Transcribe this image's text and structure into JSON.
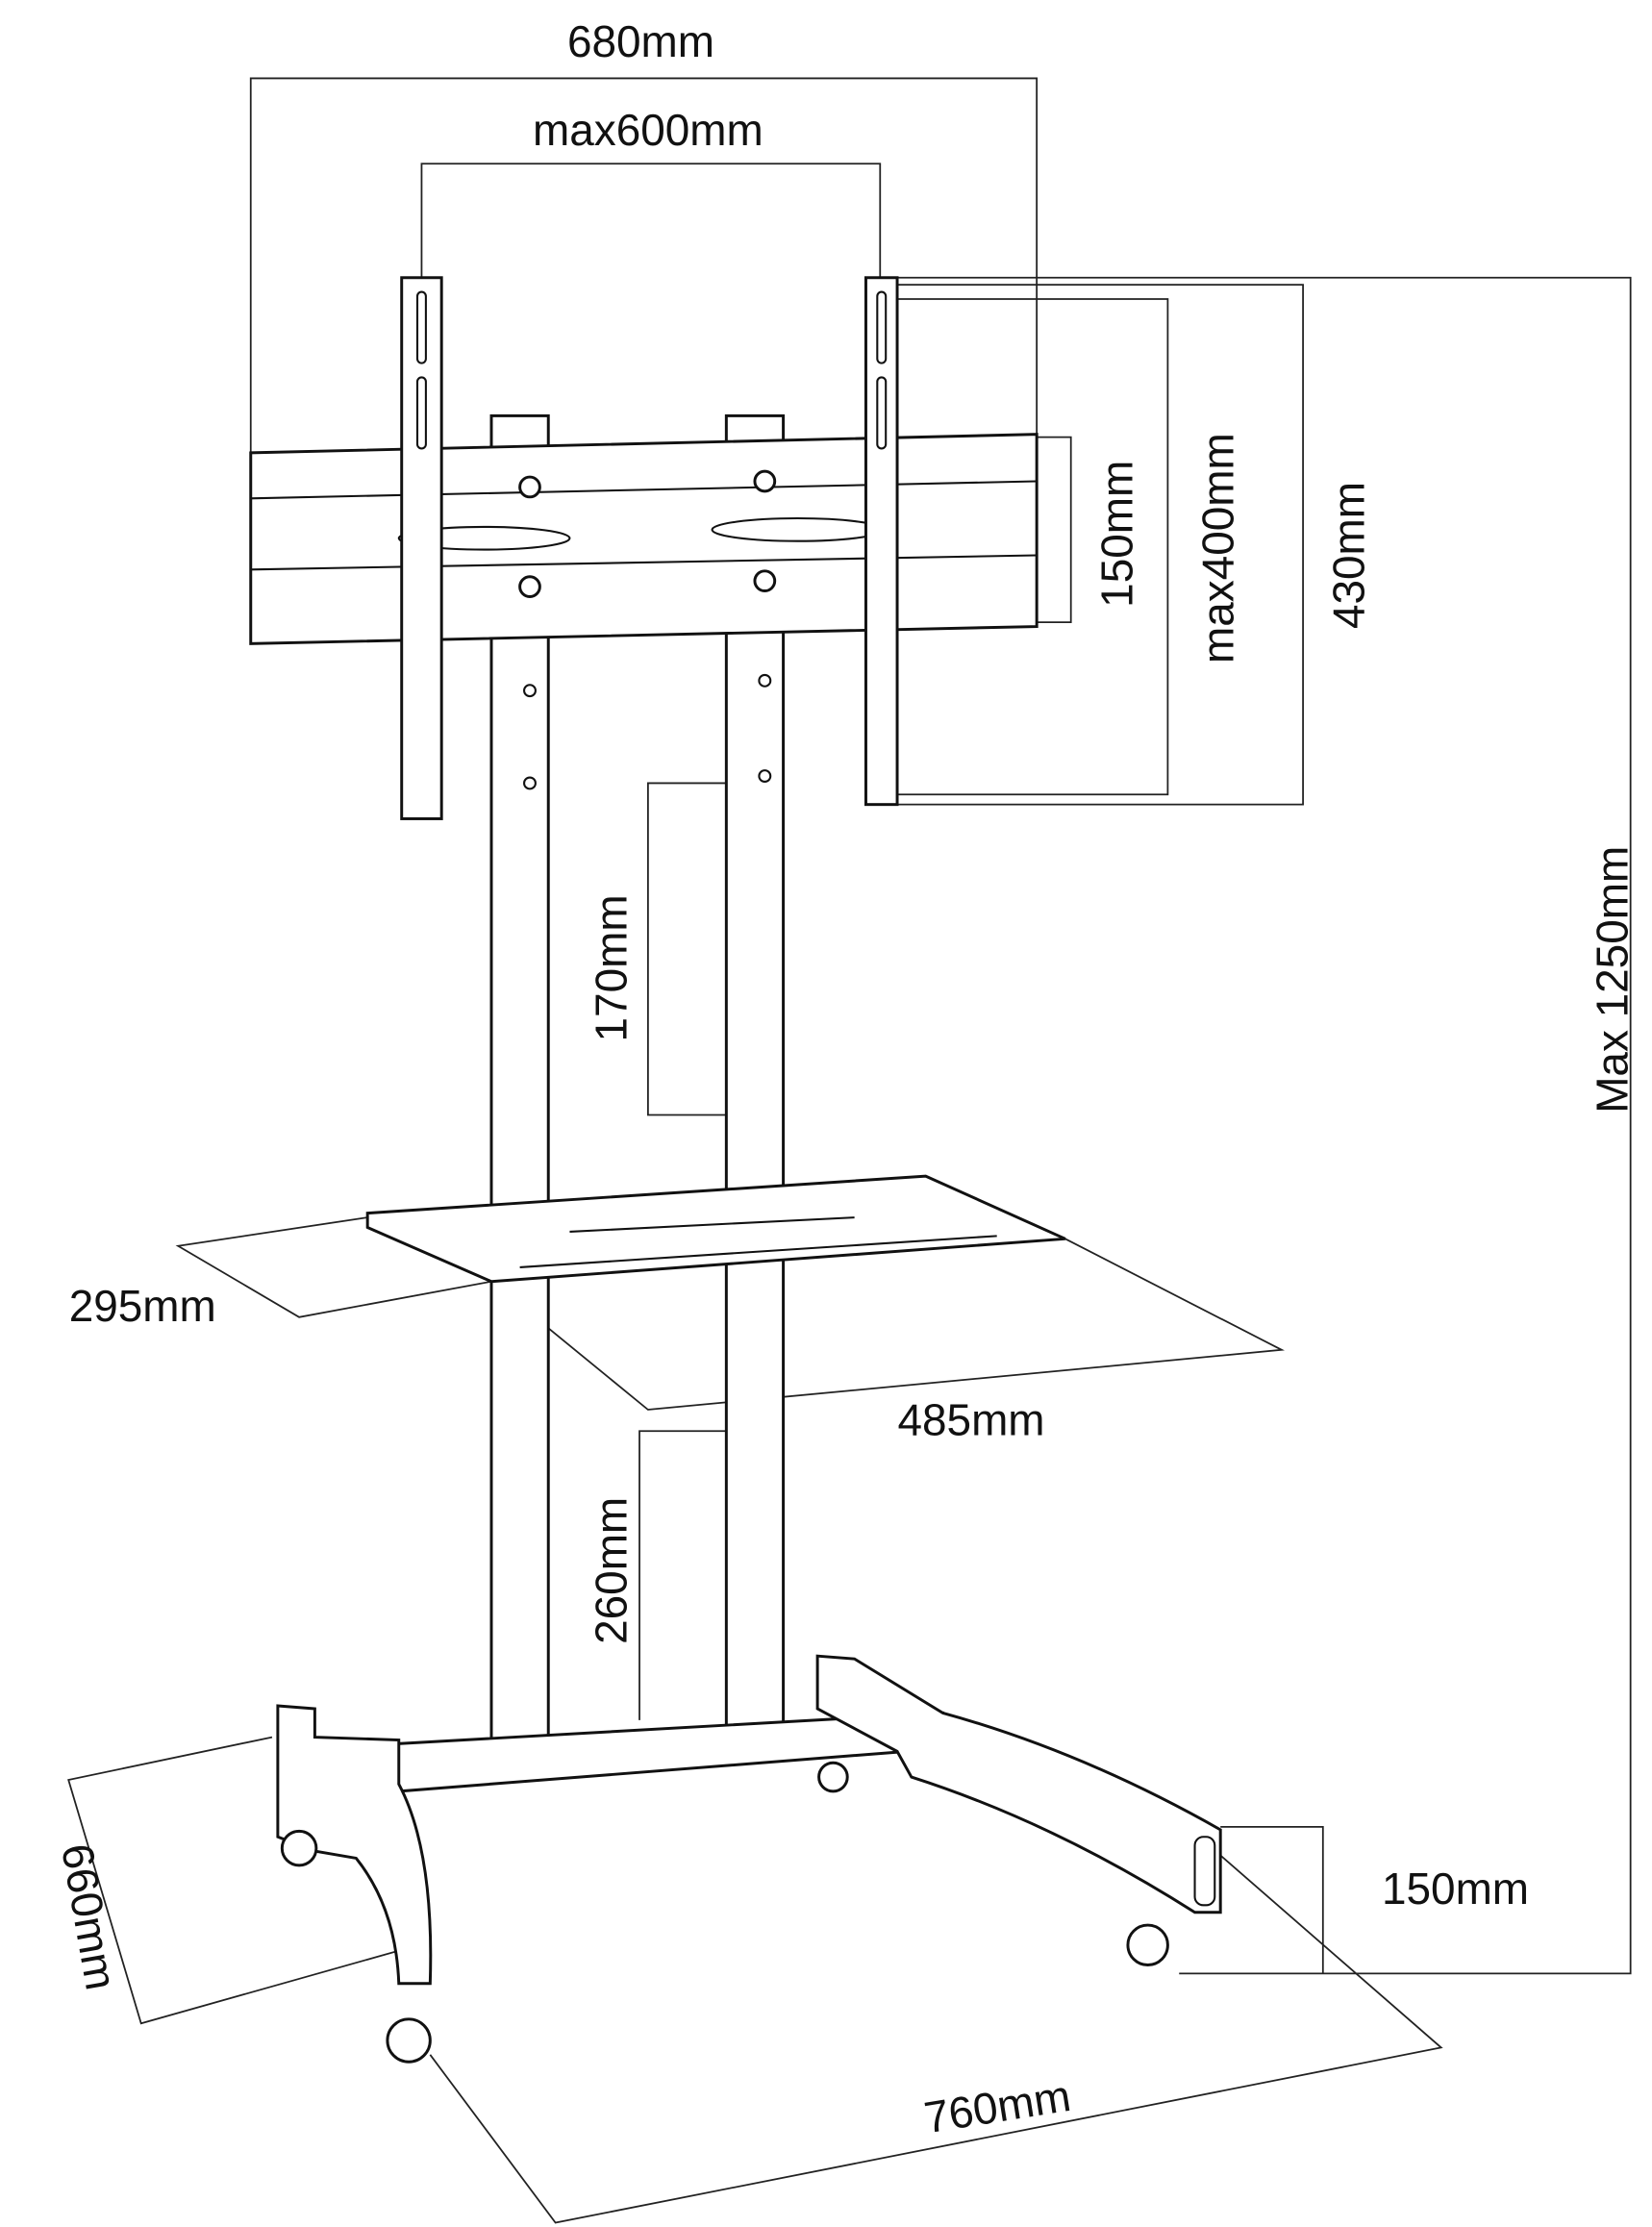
{
  "title": "Mobile TV stand dimension diagram",
  "dimensions": {
    "overall_plate_width": "680mm",
    "max_vesa_width": "max600mm",
    "plate_height": "150mm",
    "max_vesa_height": "max400mm",
    "bracket_height": "430mm",
    "max_height": "Max 1250mm",
    "height_adjust_range": "170mm",
    "shelf_depth": "295mm",
    "shelf_width": "485mm",
    "shelf_height_range": "260mm",
    "base_depth": "660mm",
    "base_clearance": "150mm",
    "base_width": "760mm"
  },
  "colors": {
    "line": "#111111",
    "background": "#ffffff"
  }
}
